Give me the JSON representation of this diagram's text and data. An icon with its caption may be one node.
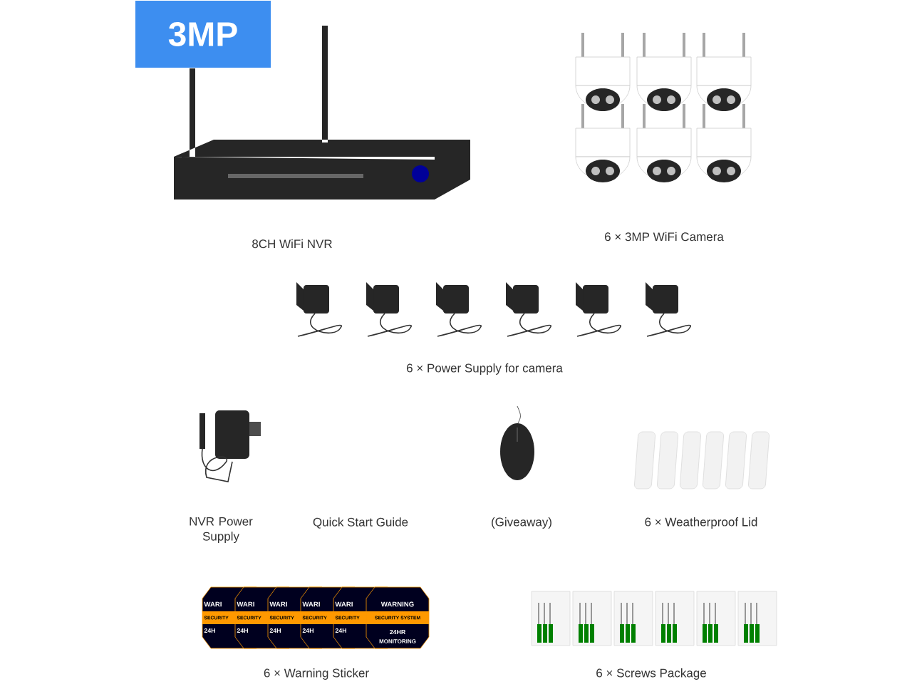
{
  "diagram": {
    "nodes": [
      {
        "text": [
          "3MP"
        ]
      }
    ],
    "labels": [
      "8CH WiFi NVR",
      "6 × 3MP WiFi Camera",
      "6 × Power Supply for camera",
      "NVR Power Supply",
      "Quick Start Guide",
      "(Giveaway)",
      "6 × Weatherproof Lid",
      "WARI",
      "WARI",
      "WARI",
      "WARI",
      "WARI",
      "WARNING",
      "SECURITY",
      "SECURITY",
      "SECURITY",
      "SECURITY",
      "SECURITY",
      "SECURITY SYSTEM",
      "24H",
      "24H",
      "24H",
      "24H",
      "24H",
      "24HR",
      "MONITORING",
      "6 × Warning Sticker",
      "6 × Screws Package"
    ]
  }
}
